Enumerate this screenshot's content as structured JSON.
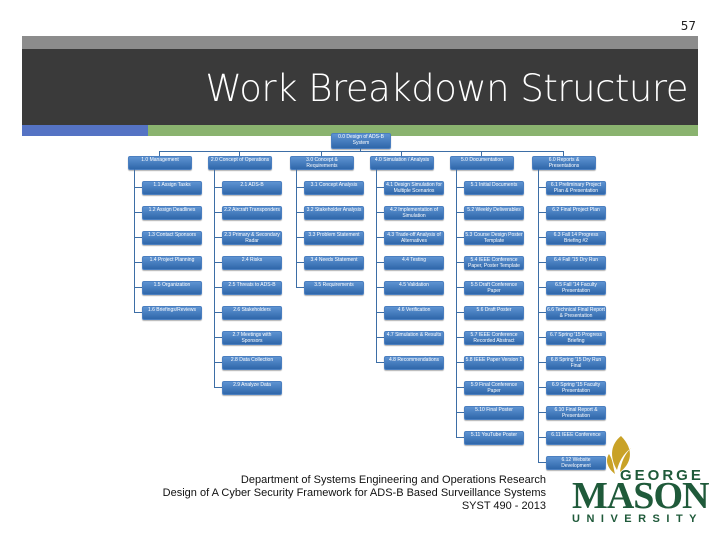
{
  "slide_number": "57",
  "title": "Work Breakdown Structure",
  "wbs": {
    "root": "0.0 Design of ADS-B System",
    "columns": [
      {
        "header": "1.0 Management",
        "items": [
          "1.1 Assign Tasks",
          "1.2 Assign Deadlines",
          "1.3 Contact Sponsors",
          "1.4 Project Planning",
          "1.5 Organization",
          "1.6 Briefings/Reviews"
        ]
      },
      {
        "header": "2.0 Concept of Operations",
        "items": [
          "2.1 ADS-B",
          "2.2 Aircraft Transponders",
          "2.3 Primary & Secondary Radar",
          "2.4 Risks",
          "2.5 Threats to ADS-B",
          "2.6 Stakeholders",
          "2.7 Meetings with Sponsors",
          "2.8 Data Collection",
          "2.9 Analyze Data"
        ]
      },
      {
        "header": "3.0 Concept & Requirements",
        "items": [
          "3.1 Concept Analysis",
          "3.2 Stakeholder Analysis",
          "3.3 Problem Statement",
          "3.4 Needs Statement",
          "3.5 Requirements"
        ]
      },
      {
        "header": "4.0 Simulation / Analysis",
        "items": [
          "4.1 Design Simulation for Multiple Scenarios",
          "4.2 Implementation of Simulation",
          "4.3 Trade-off Analysis of Alternatives",
          "4.4 Testing",
          "4.5 Validation",
          "4.6 Verification",
          "4.7 Simulation & Results",
          "4.8 Recommendations"
        ]
      },
      {
        "header": "5.0 Documentation",
        "items": [
          "5.1 Initial Documents",
          "5.2 Weekly Deliverables",
          "5.3 Course Design Poster Template",
          "5.4 IEEE Conference Paper, Poster Template",
          "5.5 Draft Conference Paper",
          "5.6 Draft Poster",
          "5.7 IEEE Conference Recorded Abstract",
          "5.8 IEEE Paper Version 1",
          "5.9 Final Conference Paper",
          "5.10 Final Poster",
          "5.11 YouTube Poster"
        ]
      },
      {
        "header": "6.0 Reports & Presentations",
        "items": [
          "6.1 Preliminary Project Plan & Presentation",
          "6.2 Final Project Plan",
          "6.3 Fall 14 Progress Briefing #2",
          "6.4 Fall '15 Dry Run",
          "6.5 Fall '14 Faculty Presentation",
          "6.6 Technical Final Report & Presentation",
          "6.7 Spring '15 Progress Briefing",
          "6.8 Spring '15 Dry Run Final",
          "6.9 Spring '15 Faculty Presentation",
          "6.10 Final Report & Presentation",
          "6.11 IEEE Conference",
          "6.12 Website Development"
        ]
      }
    ]
  },
  "footer": {
    "line1": "Department of Systems Engineering and Operations Research",
    "line2": "Design of A Cyber Security Framework for ADS-B Based Surveillance Systems",
    "line3": "SYST 490 - 2013"
  },
  "logo": {
    "george": "GEORGE",
    "mason": "MASON",
    "university": "UNIVERSITY",
    "color": "#1f5a3a",
    "leaf_color": "#c9a227"
  }
}
